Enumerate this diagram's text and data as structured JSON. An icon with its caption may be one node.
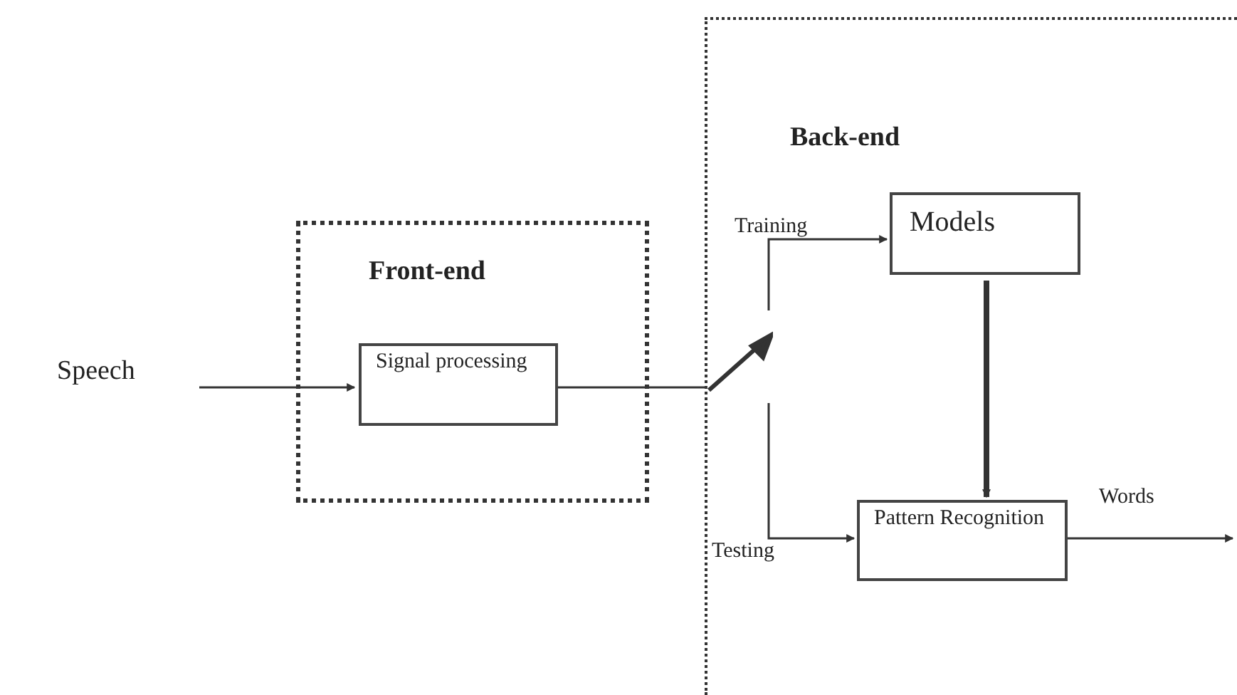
{
  "diagram": {
    "nodes": [
      {
        "text": [
          "Speech"
        ]
      },
      {
        "text": [
          "Front-end"
        ]
      },
      {
        "text": [
          "Signal processing"
        ],
        "in": 1
      },
      {
        "text": [
          "Back-end"
        ]
      },
      {
        "text": [
          "Models"
        ],
        "in": 3
      },
      {
        "text": [
          "Pattern Recognition"
        ],
        "in": 3
      },
      {
        "text": [],
        "shape": "switch",
        "in": 3
      }
    ],
    "edges": [
      {
        "from": 0,
        "to": 2,
        "arrow": "to"
      },
      {
        "from": 2,
        "to": 6,
        "arrow": "none"
      },
      {
        "from": 6,
        "to": 4,
        "arrow": "to",
        "label": "Training"
      },
      {
        "from": 6,
        "to": 5,
        "arrow": "to",
        "label": "Testing"
      },
      {
        "from": 4,
        "to": 5,
        "arrow": "to",
        "style": "thick"
      },
      {
        "from": 5,
        "to": null,
        "arrow": "to",
        "label": "Words"
      }
    ]
  }
}
